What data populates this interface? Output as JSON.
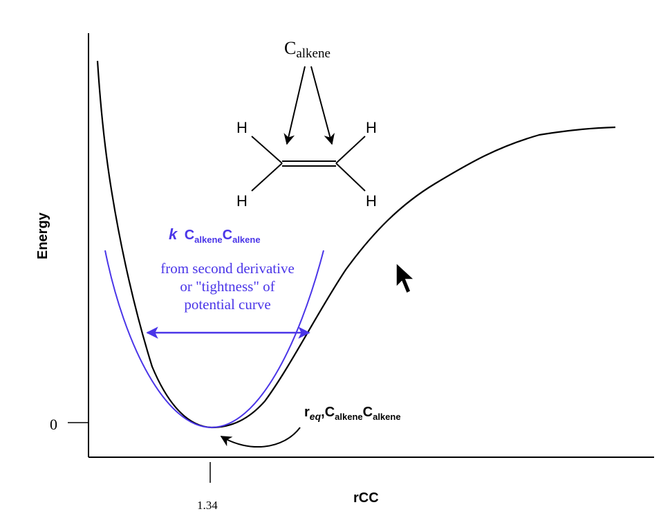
{
  "axes": {
    "ylabel": "Energy",
    "xlabel": "rCC",
    "y_tick": "0",
    "x_tick": "1.34"
  },
  "molecule": {
    "carbon_main": "C",
    "carbon_sub": "alkene",
    "hydrogen": "H"
  },
  "force_constant": {
    "k": "k",
    "c1": "C",
    "s1": "alkene",
    "c2": "C",
    "s2": "alkene",
    "line1": "from second derivative",
    "line2": "or \"tightness\" of",
    "line3": "potential curve"
  },
  "equilibrium": {
    "r": "r",
    "sub": "eq",
    "comma": ",",
    "c1": "C",
    "s1": "alkene",
    "c2": "C",
    "s2": "alkene"
  },
  "colors": {
    "curve": "#000000",
    "harmonic": "#4a35e8",
    "axis": "#000000"
  }
}
